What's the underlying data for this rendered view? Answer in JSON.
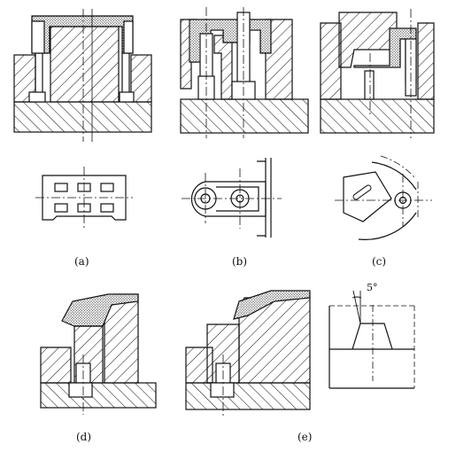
{
  "figure": {
    "captions": {
      "a": "(a)",
      "b": "(b)",
      "c": "(c)",
      "d": "(d)",
      "e": "(e)"
    },
    "angle_label": "5°",
    "colors": {
      "line": "#111111",
      "background": "#ffffff"
    }
  }
}
